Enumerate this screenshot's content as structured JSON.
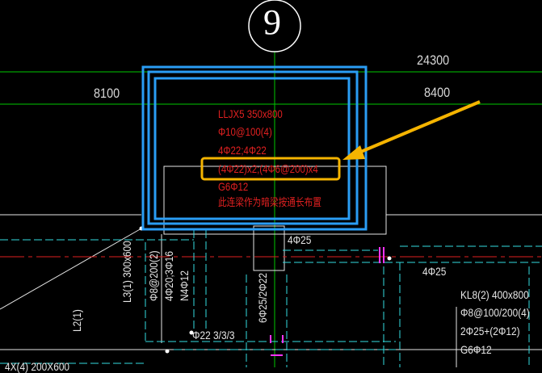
{
  "drawing": {
    "grid_bubble": "9",
    "dimensions": {
      "top_right": "24300",
      "left": "8100",
      "right": "8400"
    },
    "beam_annotation": {
      "line1": "LLJX5 350x800",
      "line2": "Φ10@100(4)",
      "line3": "4Φ22;4Φ22",
      "line4": "(4Φ22)x2;(4Φ6@200)x4",
      "line5": "G6Φ12",
      "line6": "此连梁作为暗梁按通长布置"
    },
    "rebar_labels": {
      "top_4phi25": "4Φ25",
      "right_4phi25": "4Φ25",
      "bottom_phi22": "Φ22 3/3/3"
    },
    "vertical_labels": {
      "l3_a": "L3(1) 300x600",
      "l3_b": "Φ8@200(2)",
      "l3_c": "4Φ20;3Φ16",
      "l3_d": "N4Φ12",
      "l2": "L2(1)",
      "col": "6Φ25/2Φ22"
    },
    "kl8": {
      "line1": "KL8(2) 400x800",
      "line2": "Φ8@100/200(4)",
      "line3": "2Φ25+(2Φ12)",
      "line4": "G6Φ12"
    },
    "bottom_left_partial": "4X(4) 200X600"
  },
  "colors": {
    "background": "#000000",
    "grid_line": "#00c800",
    "highlight_blue": "#2a9df4",
    "annotation_red": "#e02020",
    "callout_orange": "#f5b400",
    "cyan_dash": "#33dde0"
  }
}
